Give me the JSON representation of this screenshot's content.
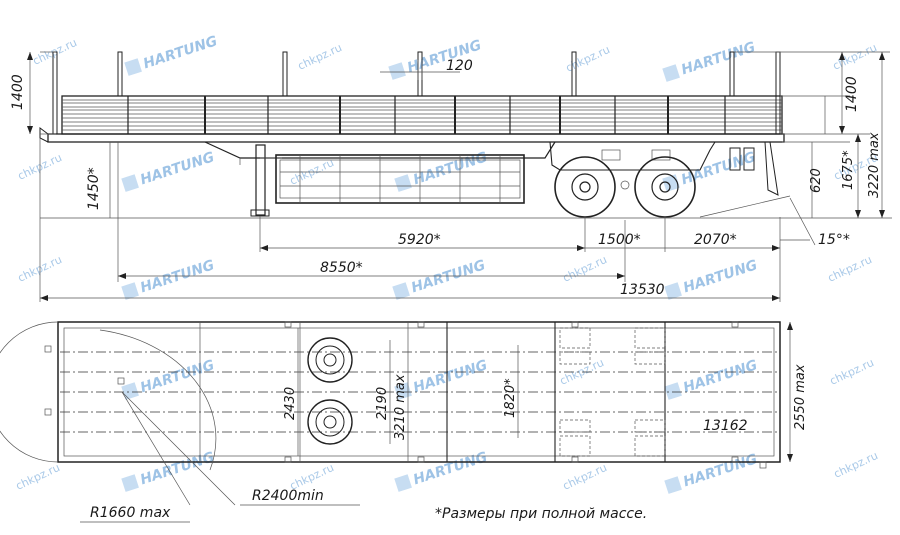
{
  "side_view": {
    "dim_height_rack": "1400",
    "dim_post_spacing": "120",
    "dim_right_rack": "1400",
    "dim_deck_height": "1450*",
    "dim_wheel_height": "620",
    "dim_bed_height": "1675*",
    "dim_total_height": "3220 max",
    "dim_kingpin_to_axle": "5920*",
    "dim_axle_spacing": "1500*",
    "dim_rear_overhang": "2070*",
    "dim_angle": "15°*",
    "dim_kingpin_to_center": "8550*",
    "dim_total_length": "13530"
  },
  "top_view": {
    "dim_inner_width": "2430",
    "dim_axle_track": "2190",
    "dim_turn_width": "3210 max",
    "dim_wheelbase_track": "1820*",
    "dim_inner_length": "13162",
    "dim_total_width": "2550 max",
    "dim_front_radius": "R1660 max",
    "dim_turn_radius": "R2400min"
  },
  "note": "*Размеры при полной массе.",
  "watermarks": {
    "brand": "HARTUNG",
    "site": "chkpz.ru"
  },
  "colors": {
    "line": "#222222",
    "watermark": "#9ec3e6"
  }
}
